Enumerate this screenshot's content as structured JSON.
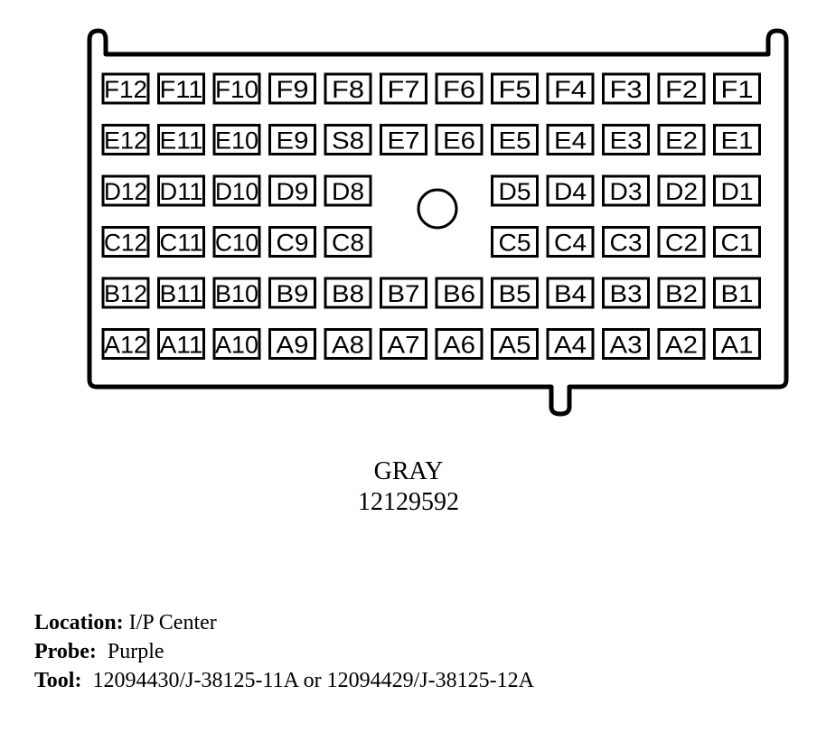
{
  "connector": {
    "color": "GRAY",
    "part_number": "12129592",
    "rows": [
      {
        "row": "F",
        "pins": [
          "F12",
          "F11",
          "F10",
          "F9",
          "F8",
          "F7",
          "F6",
          "F5",
          "F4",
          "F3",
          "F2",
          "F1"
        ]
      },
      {
        "row": "E",
        "pins": [
          "E12",
          "E11",
          "E10",
          "E9",
          "S8",
          "E7",
          "E6",
          "E5",
          "E4",
          "E3",
          "E2",
          "E1"
        ]
      },
      {
        "row": "D",
        "pins": [
          "D12",
          "D11",
          "D10",
          "D9",
          "D8",
          "",
          "",
          "D5",
          "D4",
          "D3",
          "D2",
          "D1"
        ]
      },
      {
        "row": "C",
        "pins": [
          "C12",
          "C11",
          "C10",
          "C9",
          "C8",
          "",
          "",
          "C5",
          "C4",
          "C3",
          "C2",
          "C1"
        ]
      },
      {
        "row": "B",
        "pins": [
          "B12",
          "B11",
          "B10",
          "B9",
          "B8",
          "B7",
          "B6",
          "B5",
          "B4",
          "B3",
          "B2",
          "B1"
        ]
      },
      {
        "row": "A",
        "pins": [
          "A12",
          "A11",
          "A10",
          "A9",
          "A8",
          "A7",
          "A6",
          "A5",
          "A4",
          "A3",
          "A2",
          "A1"
        ]
      }
    ]
  },
  "info": {
    "location_label": "Location:",
    "location_value": "I/P Center",
    "probe_label": "Probe:",
    "probe_value": "Purple",
    "tool_label": "Tool:",
    "tool_value": "12094430/J-38125-11A or 12094429/J-38125-12A"
  }
}
